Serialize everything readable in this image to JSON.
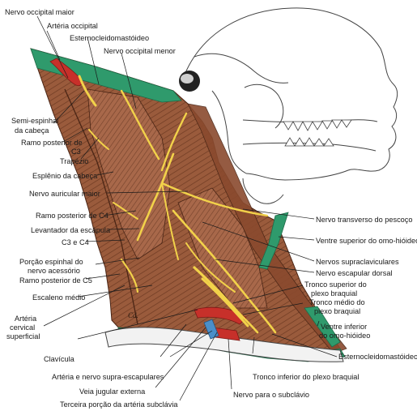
{
  "figure": {
    "signature": "Cd."
  },
  "labels": {
    "occipital_maior": "Nervo occipital maior",
    "arteria_occipital": "Artéria occipital",
    "esternocleido_top": "Esternocleidomastóideo",
    "occipital_menor": "Nervo occipital menor",
    "semi_espinhal_1": "Semi-espinhal",
    "semi_espinhal_2": "da cabeça",
    "ramo_c3_1": "Ramo posterior de",
    "ramo_c3_2": "C3",
    "trapezio": "Trapézio",
    "esplenio": "Esplênio da cabeça",
    "auricular_maior": "Nervo auricular maior",
    "ramo_c4": "Ramo posterior de C4",
    "levantador": "Levantador da escápula",
    "c3_c4": "C3 e C4",
    "porcao_1": "Porção espinhal do",
    "porcao_2": "nervo acessório",
    "ramo_c5": "Ramo posterior de C5",
    "escaleno": "Escaleno médio",
    "arteria_cervical_1": "Artéria",
    "arteria_cervical_2": "cervical",
    "arteria_cervical_3": "superficial",
    "clavicula": "Clavícula",
    "supra_escapulares": "Artéria e nervo supra-escapulares",
    "veia_jugular": "Veia jugular externa",
    "terceira_porcao": "Terceira porção da artéria subclávia",
    "transverso": "Nervo transverso do pescoço",
    "omo_superior": "Ventre superior do omo-hióideo",
    "supraclaviculares": "Nervos supraclaviculares",
    "escapular_dorsal": "Nervo escapular dorsal",
    "tronco_sup_1": "Tronco superior do",
    "tronco_sup_2": "plexo braquial",
    "tronco_medio_1": "Tronco médio do",
    "tronco_medio_2": "plexo braquial",
    "omo_inferior_1": "Ventre inferior",
    "omo_inferior_2": "do omo-hióideo",
    "esternocleido_bottom": "Esternocleidomastóideo",
    "tronco_inferior": "Tronco inferior do plexo braquial",
    "nervo_subclavio": "Nervo para o subclávio"
  }
}
